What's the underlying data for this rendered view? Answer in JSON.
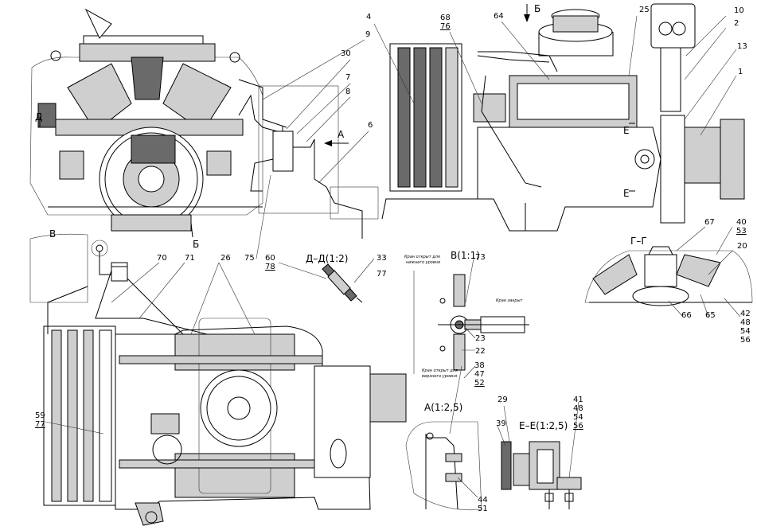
{
  "view_labels": {
    "d_marker": "Д",
    "b_top": "Б",
    "b_mid": "Б",
    "a_arrow": "А",
    "v": "В",
    "e_upper": "Е",
    "e_lower": "Е"
  },
  "sections": {
    "dd": "Д–Д(1:2)",
    "v": "В(1:1)",
    "gg": "Г–Г",
    "a": "А(1:2,5)",
    "ee": "Е–Е(1:2,5)"
  },
  "notes": {
    "n1": "Кран открыт для",
    "n1b": "нижнего уровня",
    "n2": "Кран закрыт",
    "n3": "Кран открыт для",
    "n3b": "верхнего уровня"
  },
  "callouts": {
    "c9": "9",
    "c30": "30",
    "c7": "7",
    "c8": "8",
    "c6": "6",
    "c4": "4",
    "c68": "68",
    "c76": "76",
    "c64": "64",
    "c25": "25",
    "c10": "10",
    "c2": "2",
    "c13": "13",
    "c1": "1",
    "c67": "67",
    "c40": "40",
    "c53": "53",
    "c20": "20",
    "c66": "66",
    "c65": "65",
    "c42": "42",
    "c48a": "48",
    "c54a": "54",
    "c56a": "56",
    "c70": "70",
    "c71": "71",
    "c26": "26",
    "c75": "75",
    "c60": "60",
    "c78": "78",
    "c33": "33",
    "c77a": "77",
    "c73": "73",
    "c23": "23",
    "c22": "22",
    "c38": "38",
    "c47": "47",
    "c52": "52",
    "c29": "29",
    "c39": "39",
    "c41": "41",
    "c48b": "48",
    "c54b": "54",
    "c56b": "56",
    "c44": "44",
    "c51": "51",
    "c59": "59",
    "c77b": "77"
  }
}
